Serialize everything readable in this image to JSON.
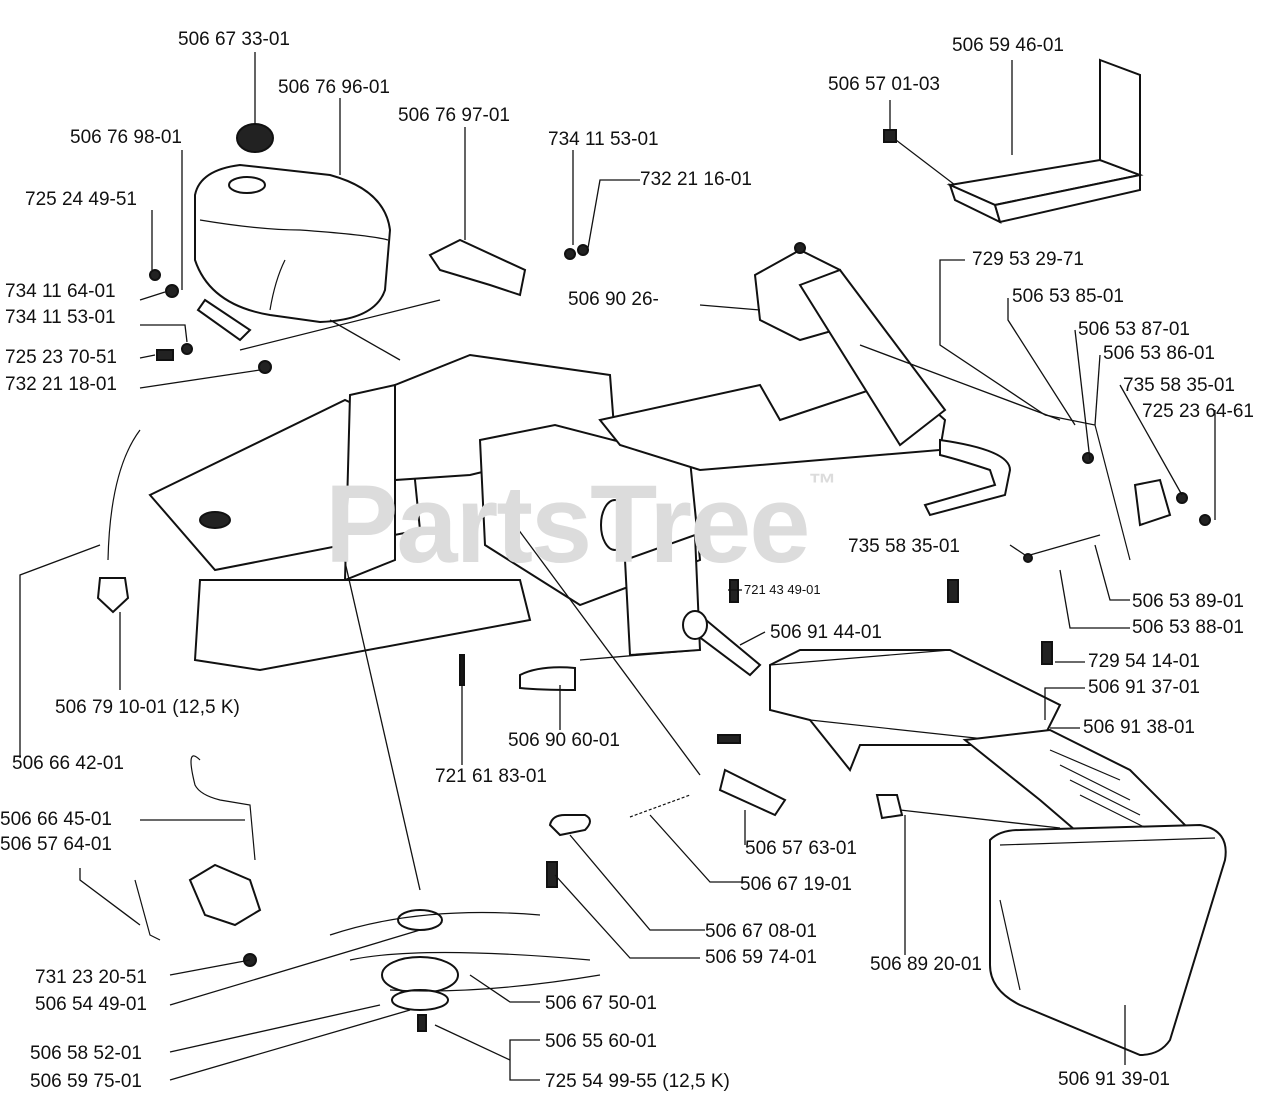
{
  "watermark": {
    "text": "PartsTree",
    "mark": "™"
  },
  "labels": [
    {
      "id": "l01",
      "text": "506 67 33-01"
    },
    {
      "id": "l02",
      "text": "506 76 96-01"
    },
    {
      "id": "l03",
      "text": "506 76 97-01"
    },
    {
      "id": "l04",
      "text": "506 76 98-01"
    },
    {
      "id": "l05",
      "text": "734 11 53-01"
    },
    {
      "id": "l06",
      "text": "732 21 16-01"
    },
    {
      "id": "l07",
      "text": "725 24 49-51"
    },
    {
      "id": "l08",
      "text": "734 11 64-01"
    },
    {
      "id": "l09",
      "text": "734 11 53-01"
    },
    {
      "id": "l10",
      "text": "725 23 70-51"
    },
    {
      "id": "l11",
      "text": "732 21 18-01"
    },
    {
      "id": "l12",
      "text": "506 59 46-01"
    },
    {
      "id": "l13",
      "text": "506 57 01-03"
    },
    {
      "id": "l14",
      "text": "729 53 29-71"
    },
    {
      "id": "l15",
      "text": "506 90 26-"
    },
    {
      "id": "l16",
      "text": "506 53 85-01"
    },
    {
      "id": "l17",
      "text": "506 53 87-01"
    },
    {
      "id": "l18",
      "text": "506 53 86-01"
    },
    {
      "id": "l19",
      "text": "735 58 35-01"
    },
    {
      "id": "l20",
      "text": "725 23 64-61"
    },
    {
      "id": "l21",
      "text": "735 58 35-01"
    },
    {
      "id": "l22",
      "text": "721 43 49-01"
    },
    {
      "id": "l23",
      "text": "506 53 89-01"
    },
    {
      "id": "l24",
      "text": "506 53 88-01"
    },
    {
      "id": "l25",
      "text": "506 91 44-01"
    },
    {
      "id": "l26",
      "text": "729 54 14-01"
    },
    {
      "id": "l27",
      "text": "506 91 37-01"
    },
    {
      "id": "l28",
      "text": "506 79 10-01 (12,5 K)"
    },
    {
      "id": "l29",
      "text": "721 61 83-01"
    },
    {
      "id": "l30",
      "text": "506 90 60-01"
    },
    {
      "id": "l31",
      "text": "506 91 38-01"
    },
    {
      "id": "l32",
      "text": "506 66 42-01"
    },
    {
      "id": "l33",
      "text": "506 66 45-01"
    },
    {
      "id": "l34",
      "text": "506 57 64-01"
    },
    {
      "id": "l35",
      "text": "506 57 63-01"
    },
    {
      "id": "l36",
      "text": "506 67 19-01"
    },
    {
      "id": "l37",
      "text": "506 67 08-01"
    },
    {
      "id": "l38",
      "text": "731 23 20-51"
    },
    {
      "id": "l39",
      "text": "506 59 74-01"
    },
    {
      "id": "l40",
      "text": "506 89 20-01"
    },
    {
      "id": "l41",
      "text": "506 54 49-01"
    },
    {
      "id": "l42",
      "text": "506 67 50-01"
    },
    {
      "id": "l43",
      "text": "506 58 52-01"
    },
    {
      "id": "l44",
      "text": "506 55 60-01"
    },
    {
      "id": "l45",
      "text": "506 59 75-01"
    },
    {
      "id": "l46",
      "text": "725 54 99-55 (12,5 K)"
    },
    {
      "id": "l47",
      "text": "506 91 39-01"
    }
  ]
}
